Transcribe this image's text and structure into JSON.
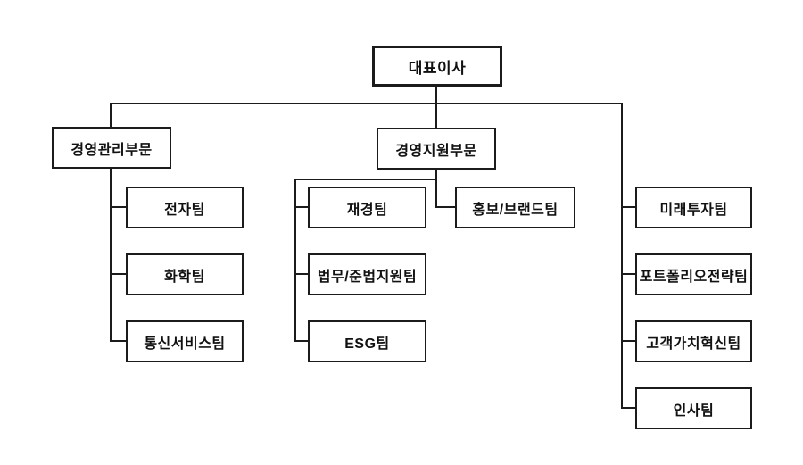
{
  "colors": {
    "background": "#ffffff",
    "box_border": "#1b1b1b",
    "connector_line": "#1b1b1b",
    "text": "#111111"
  },
  "org_chart": {
    "type": "organization-chart",
    "root": {
      "label": "대표이사"
    },
    "divisions": [
      {
        "label": "경영관리부문",
        "teams": [
          "전자팀",
          "화학팀",
          "통신서비스팀"
        ]
      },
      {
        "label": "경영지원부문",
        "teams": [
          "재경팀",
          "법무/준법지원팀",
          "ESG팀"
        ],
        "branch_team": "홍보/브랜드팀"
      }
    ],
    "direct_teams": [
      "미래투자팀",
      "포트폴리오전략팀",
      "고객가치혁신팀",
      "인사팀"
    ]
  }
}
